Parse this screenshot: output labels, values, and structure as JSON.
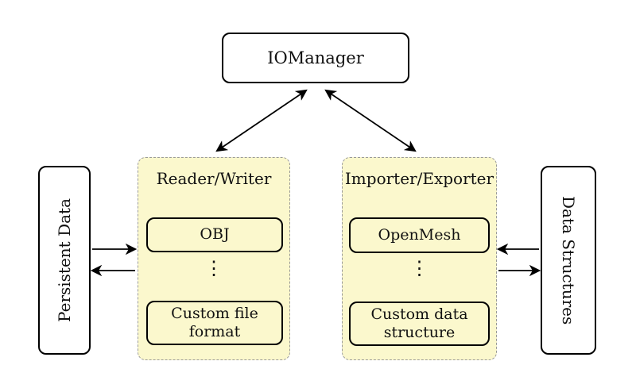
{
  "colors": {
    "group_fill": "#fbf8cd",
    "group_border": "#9a9a9a",
    "box_border": "#000000",
    "arrow": "#000000",
    "background": "#ffffff"
  },
  "nodes": {
    "io_manager": {
      "label": "IOManager"
    },
    "persistent_data": {
      "label": "Persistent Data"
    },
    "data_structures": {
      "label": "Data Structures"
    },
    "reader_writer": {
      "title": "Reader/Writer",
      "items": [
        {
          "label": "OBJ"
        },
        {
          "label": "Custom file format"
        }
      ],
      "ellipsis": "⋮"
    },
    "importer_exporter": {
      "title": "Importer/Exporter",
      "items": [
        {
          "label": "OpenMesh"
        },
        {
          "label": "Custom data structure"
        }
      ],
      "ellipsis": "⋮"
    }
  },
  "edges": [
    {
      "name": "iomanager-readerwriter",
      "type": "double"
    },
    {
      "name": "iomanager-importerexporter",
      "type": "double"
    },
    {
      "name": "persistentdata-to-readerwriter",
      "type": "single"
    },
    {
      "name": "readerwriter-to-persistentdata",
      "type": "single"
    },
    {
      "name": "importerexporter-to-datastructures-in",
      "type": "single"
    },
    {
      "name": "importerexporter-to-datastructures-out",
      "type": "single"
    }
  ]
}
